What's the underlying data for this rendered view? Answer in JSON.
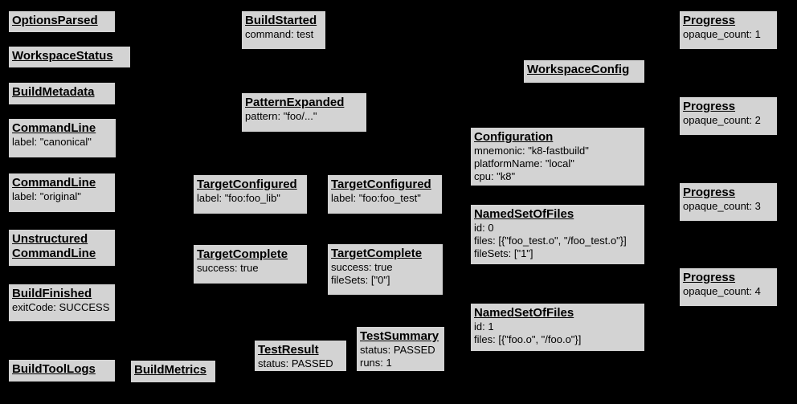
{
  "colors": {
    "background": "#000000",
    "node_fill": "#d3d3d3",
    "node_border": "#000000",
    "text": "#000000"
  },
  "nodes": [
    {
      "title": "OptionsParsed",
      "lines": []
    },
    {
      "title": "WorkspaceStatus",
      "lines": []
    },
    {
      "title": "BuildMetadata",
      "lines": []
    },
    {
      "title": "CommandLine",
      "lines": [
        "label: \"canonical\""
      ]
    },
    {
      "title": "CommandLine",
      "lines": [
        "label: \"original\""
      ]
    },
    {
      "title": "Unstructured",
      "title2": "CommandLine",
      "lines": []
    },
    {
      "title": "BuildFinished",
      "lines": [
        "exitCode: SUCCESS"
      ]
    },
    {
      "title": "BuildToolLogs",
      "lines": []
    },
    {
      "title": "BuildMetrics",
      "lines": []
    },
    {
      "title": "BuildStarted",
      "lines": [
        "command: test"
      ]
    },
    {
      "title": "PatternExpanded",
      "lines": [
        "pattern: \"foo/...\""
      ]
    },
    {
      "title": "TargetConfigured",
      "lines": [
        "label: \"foo:foo_lib\""
      ]
    },
    {
      "title": "TargetConfigured",
      "lines": [
        "label: \"foo:foo_test\""
      ]
    },
    {
      "title": "TargetComplete",
      "lines": [
        "success: true"
      ]
    },
    {
      "title": "TargetComplete",
      "lines": [
        "success: true",
        "fileSets: [\"0\"]"
      ]
    },
    {
      "title": "TestResult",
      "lines": [
        "status: PASSED"
      ]
    },
    {
      "title": "TestSummary",
      "lines": [
        "status: PASSED",
        "runs: 1"
      ]
    },
    {
      "title": "WorkspaceConfig",
      "lines": []
    },
    {
      "title": "Configuration",
      "lines": [
        "mnemonic: \"k8-fastbuild\"",
        "platformName: \"local\"",
        "cpu: \"k8\""
      ]
    },
    {
      "title": "NamedSetOfFiles",
      "lines": [
        "id: 0",
        "files: [{\"foo_test.o\", \"/foo_test.o\"}]",
        "fileSets: [\"1\"]"
      ]
    },
    {
      "title": "NamedSetOfFiles",
      "lines": [
        "id: 1",
        "files: [{\"foo.o\", \"/foo.o\"}]"
      ]
    },
    {
      "title": "Progress",
      "lines": [
        "opaque_count: 1"
      ]
    },
    {
      "title": "Progress",
      "lines": [
        "opaque_count: 2"
      ]
    },
    {
      "title": "Progress",
      "lines": [
        "opaque_count: 3"
      ]
    },
    {
      "title": "Progress",
      "lines": [
        "opaque_count: 4"
      ]
    }
  ]
}
